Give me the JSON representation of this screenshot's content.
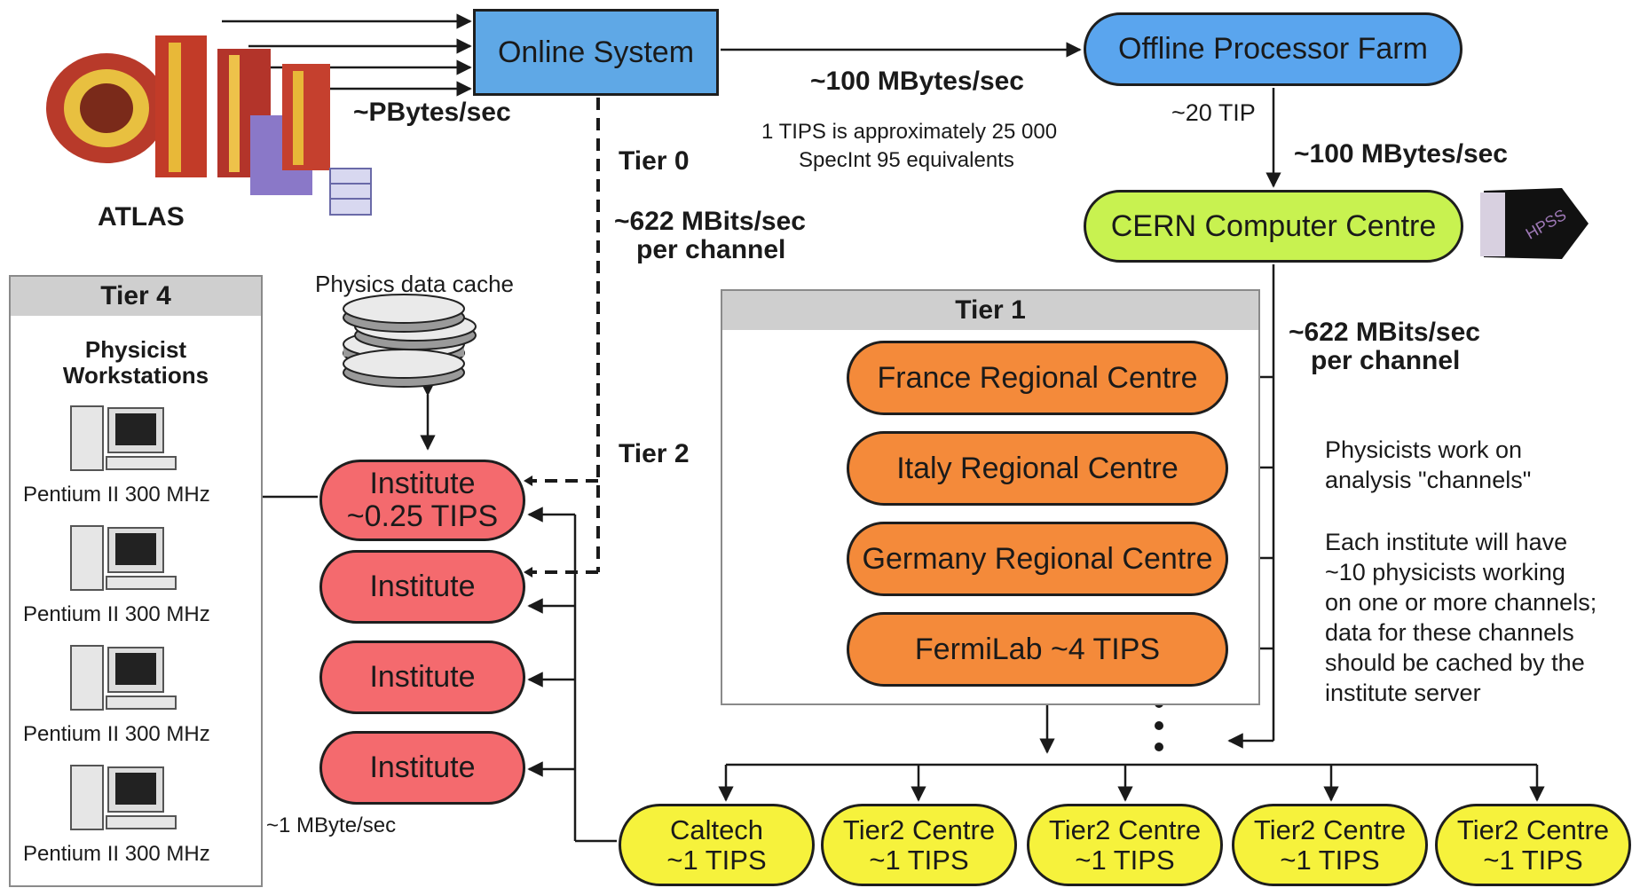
{
  "detector_label": "ATLAS",
  "pbytes_label": "~PBytes/sec",
  "online_system": "Online System",
  "offline_farm": "Offline Processor Farm",
  "rate_100_top": "~100 MBytes/sec",
  "tips_note_line1": "1 TIPS is approximately 25 000",
  "tips_note_line2": "SpecInt 95 equivalents",
  "tip_20": "~20 TIP",
  "rate_100_right": "~100 MBytes/sec",
  "cern_centre": "CERN Computer Centre",
  "tier0_label": "Tier 0",
  "rate_622_line1": "~622 MBits/sec",
  "rate_622_line2": "per channel",
  "rate_622b_line1": "~622 MBits/sec",
  "rate_622b_line2": "per channel",
  "tier2_label": "Tier 2",
  "cache_label": "Physics data cache",
  "tier4": {
    "title": "Tier 4",
    "subtitle_line1": "Physicist",
    "subtitle_line2": "Workstations",
    "workstations": [
      "Pentium II 300 MHz",
      "Pentium II 300 MHz",
      "Pentium II 300 MHz",
      "Pentium II 300 MHz"
    ]
  },
  "institutes": [
    {
      "line1": "Institute",
      "line2": "~0.25 TIPS"
    },
    {
      "line1": "Institute",
      "line2": ""
    },
    {
      "line1": "Institute",
      "line2": ""
    },
    {
      "line1": "Institute",
      "line2": ""
    }
  ],
  "mbyte_label": "~1 MByte/sec",
  "tier1": {
    "title": "Tier 1",
    "centres": [
      "France Regional Centre",
      "Italy Regional Centre",
      "Germany Regional Centre",
      "FermiLab ~4 TIPS"
    ]
  },
  "notes": {
    "channels_line1": "Physicists work on",
    "channels_line2": "analysis \"channels\"",
    "institute_line1": "Each institute will have",
    "institute_line2": "~10 physicists working",
    "institute_line3": "on one or more channels;",
    "institute_line4": "data for these channels",
    "institute_line5": "should be cached by the",
    "institute_line6": "institute server"
  },
  "tier2_centres": [
    {
      "line1": "Caltech",
      "line2": "~1 TIPS"
    },
    {
      "line1": "Tier2 Centre",
      "line2": "~1 TIPS"
    },
    {
      "line1": "Tier2 Centre",
      "line2": "~1 TIPS"
    },
    {
      "line1": "Tier2 Centre",
      "line2": "~1 TIPS"
    },
    {
      "line1": "Tier2 Centre",
      "line2": "~1 TIPS"
    }
  ],
  "hpss_text": "HPSS",
  "colors": {
    "online": "#5fa8e6",
    "offline": "#5aa5ee",
    "cern": "#c8f250",
    "regional": "#f48a3a",
    "institute": "#f46a6e",
    "tier2": "#f6f23c"
  }
}
